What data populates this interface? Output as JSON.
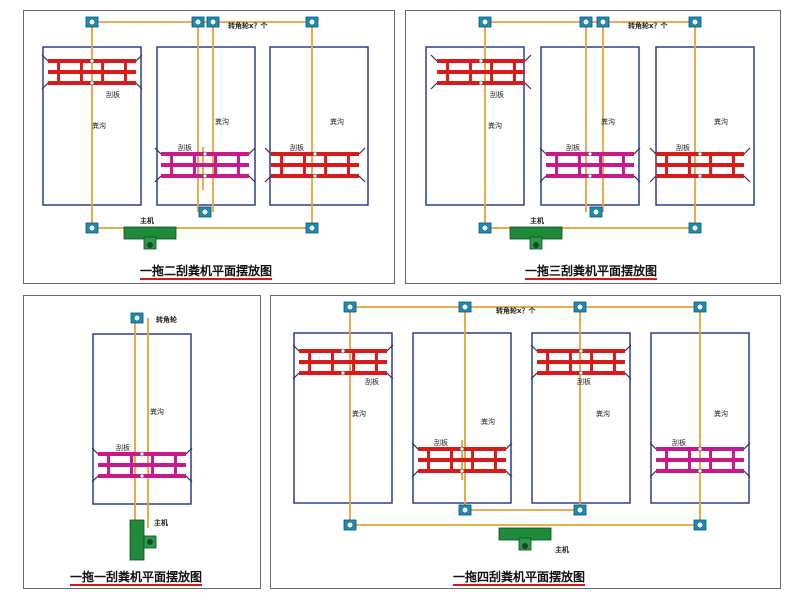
{
  "colors": {
    "pit_border": "#1f2f8f",
    "rope": "#e8a23a",
    "scraper_active": "#d81a1a",
    "scraper_return": "#c8188a",
    "pulley": "#1c8fb8",
    "motor": "#1f8a3a",
    "caption_underline": "#d21a1a"
  },
  "panels": {
    "two": {
      "caption": "一拖二刮粪机平面摆放图",
      "label_pulley": "转角轮x？个",
      "label_motor": "主机",
      "label_scraper": "刮板",
      "label_pit": "粪沟"
    },
    "three": {
      "caption": "一拖三刮粪机平面摆放图",
      "label_pulley": "转角轮x？个",
      "label_motor": "主机",
      "label_scraper": "刮板",
      "label_pit": "粪沟"
    },
    "one": {
      "caption": "一拖一刮粪机平面摆放图",
      "label_pulley": "转角轮",
      "label_motor": "主机",
      "label_scraper": "刮板",
      "label_pit": "粪沟"
    },
    "four": {
      "caption": "一拖四刮粪机平面摆放图",
      "label_pulley": "转角轮x？个",
      "label_motor": "主机",
      "label_scraper": "刮板",
      "label_pit": "粪沟"
    }
  }
}
